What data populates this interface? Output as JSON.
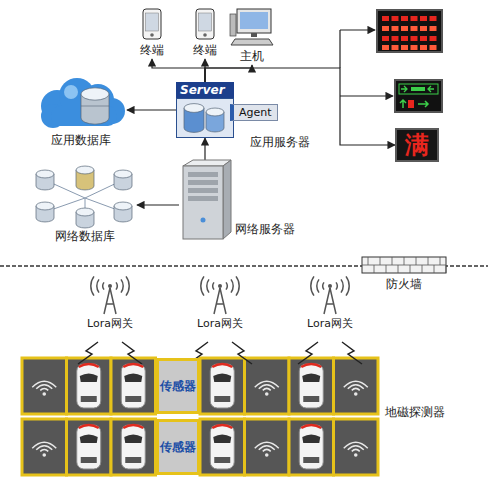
{
  "diagram": {
    "nodes": [
      {
        "text": [
          "终端"
        ]
      },
      {
        "text": [
          "终端"
        ]
      },
      {
        "text": [
          "主机"
        ]
      },
      {
        "text": [
          "应用数据库"
        ]
      },
      {
        "text": [
          "Server"
        ]
      },
      {
        "text": [
          "Agent"
        ],
        "in": 4
      },
      {
        "text": [
          "满"
        ]
      },
      {
        "text": [
          "网络数据库"
        ]
      },
      {
        "text": [
          "网络服务器"
        ]
      },
      {
        "text": [
          "Lora网关"
        ]
      },
      {
        "text": [
          "Lora网关"
        ]
      },
      {
        "text": [
          "Lora网关"
        ]
      },
      {
        "text": [
          "传感器"
        ]
      },
      {
        "text": [
          "传感器"
        ]
      }
    ],
    "edges": [
      {
        "from": 4,
        "to": 0,
        "arrow": "to"
      },
      {
        "from": 4,
        "to": 1,
        "arrow": "to"
      },
      {
        "from": 4,
        "to": 2,
        "arrow": "to"
      },
      {
        "from": 4,
        "to": 3,
        "arrow": "to"
      },
      {
        "from": 4,
        "to": 6,
        "arrow": "to"
      },
      {
        "from": 8,
        "to": 4,
        "arrow": "to"
      },
      {
        "from": 8,
        "to": 7,
        "arrow": "to"
      }
    ],
    "labels": [
      "应用服务器",
      "防火墙",
      "地磁探测器"
    ]
  }
}
